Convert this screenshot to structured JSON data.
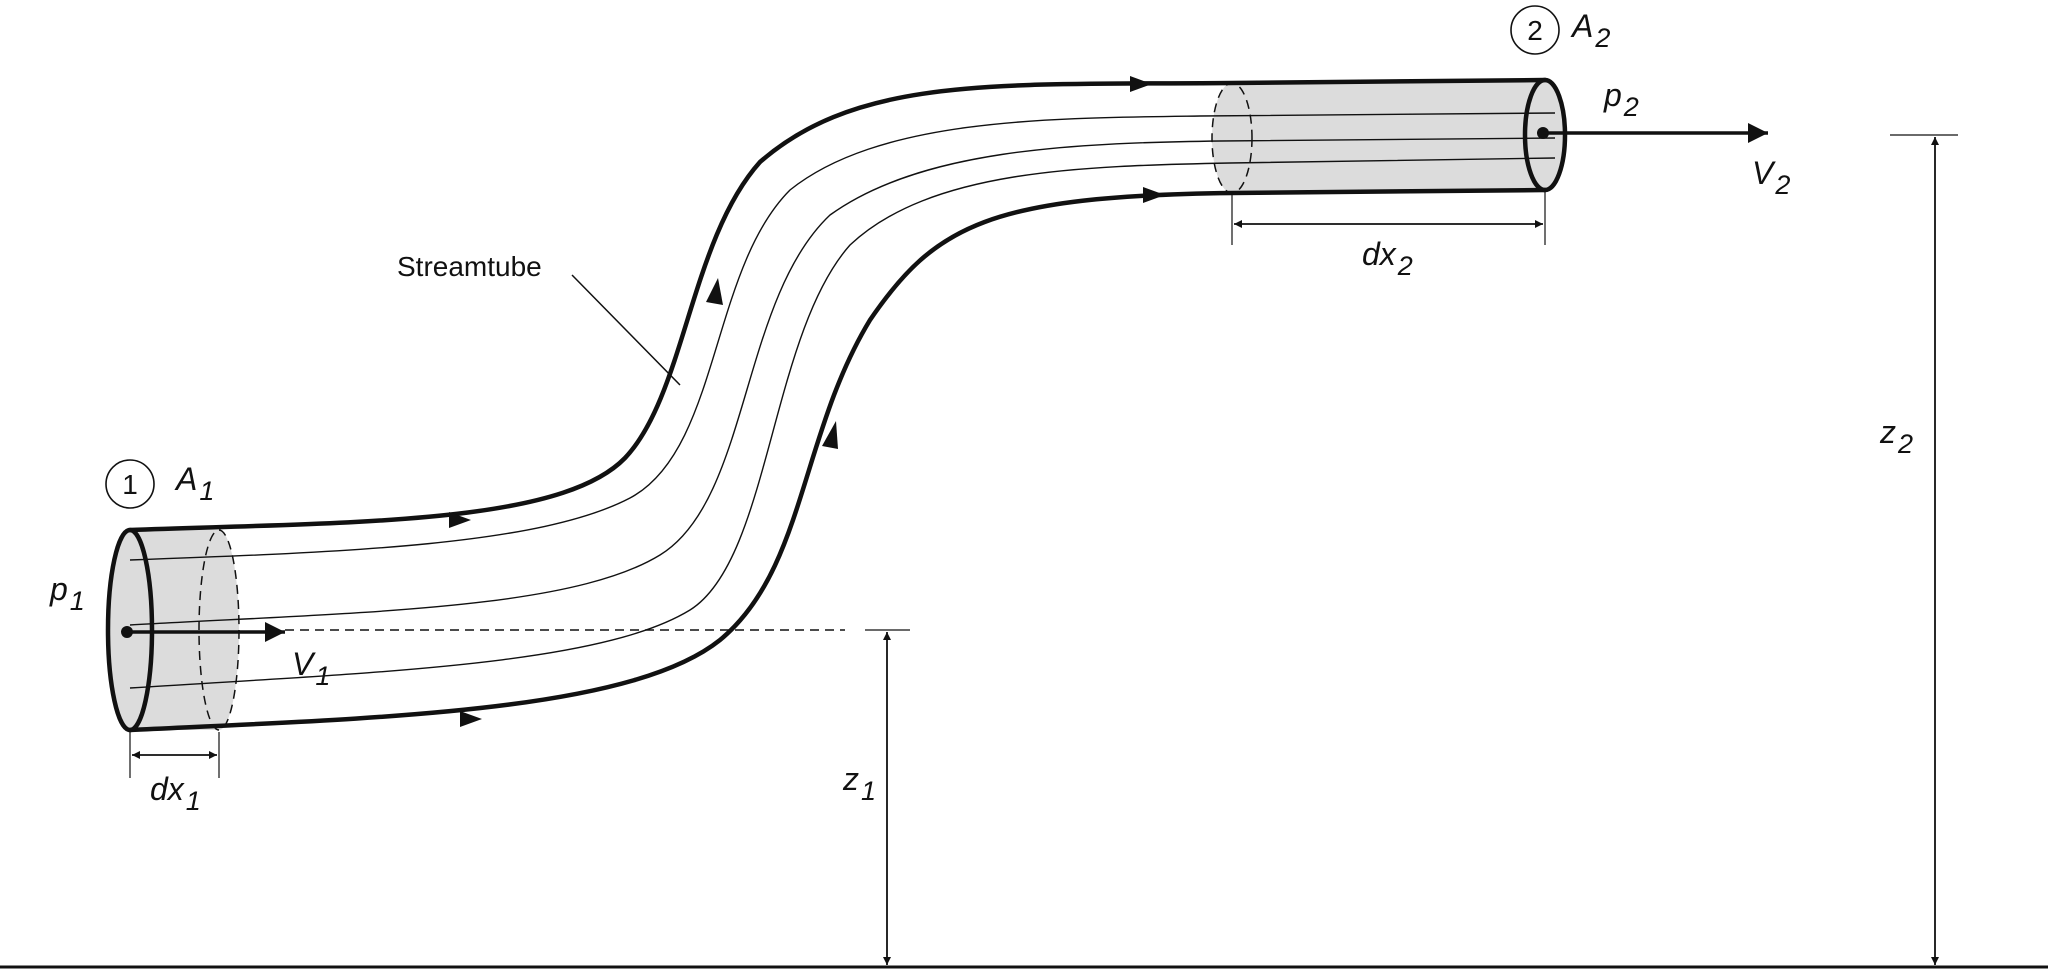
{
  "labels": {
    "station1": "1",
    "station2": "2",
    "area1": {
      "main": "A",
      "sub": "1"
    },
    "area2": {
      "main": "A",
      "sub": "2"
    },
    "pressure1": {
      "main": "p",
      "sub": "1"
    },
    "pressure2": {
      "main": "p",
      "sub": "2"
    },
    "velocity1": {
      "main": "V",
      "sub": "1"
    },
    "velocity2": {
      "main": "V",
      "sub": "2"
    },
    "dx1": {
      "main": "dx",
      "sub": "1"
    },
    "dx2": {
      "main": "dx",
      "sub": "2"
    },
    "z1": {
      "main": "z",
      "sub": "1"
    },
    "z2": {
      "main": "z",
      "sub": "2"
    },
    "streamtube": "Streamtube"
  },
  "colors": {
    "ink": "#111111",
    "shade": "#dcdcdc"
  }
}
